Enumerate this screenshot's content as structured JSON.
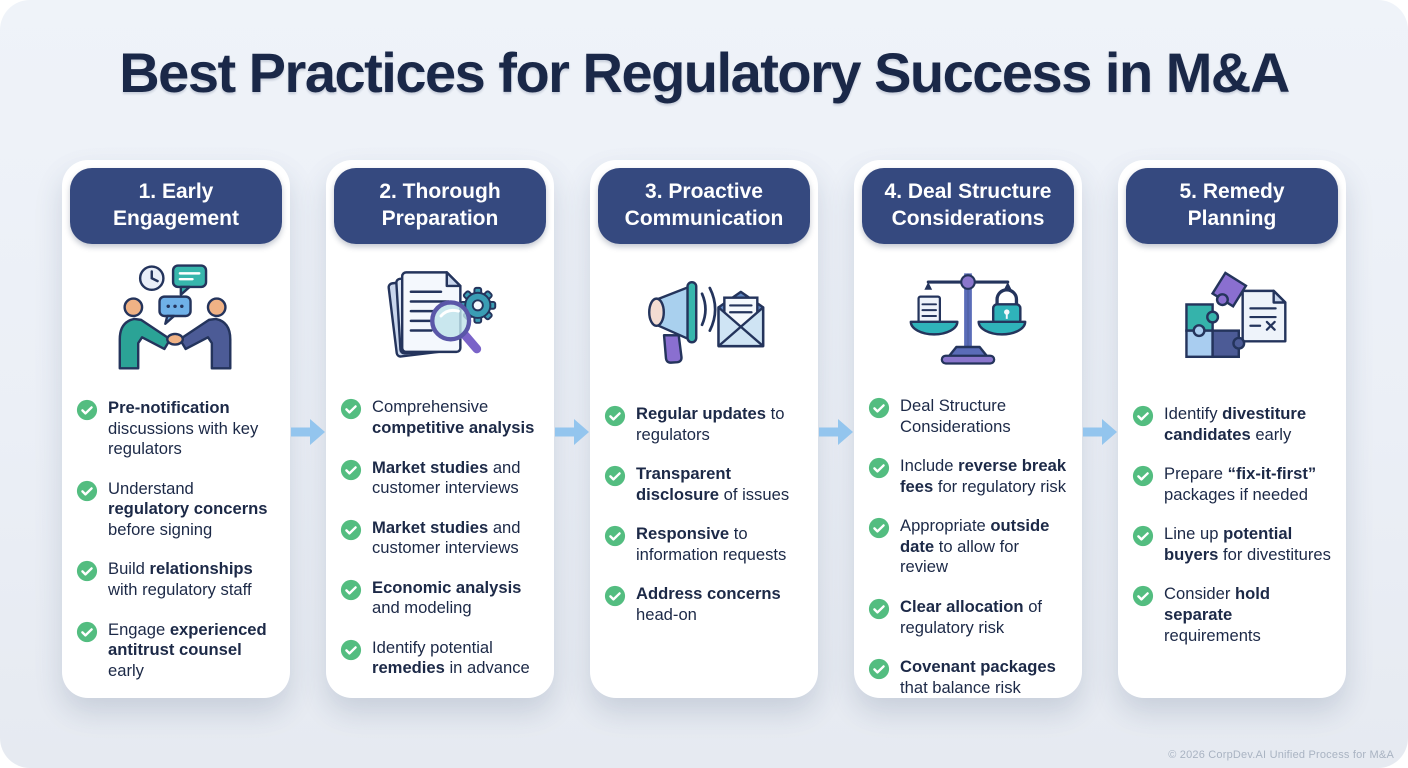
{
  "title": "Best Practices for Regulatory Success in M&A",
  "footer": "© 2026 CorpDev.AI Unified Process for M&A",
  "colors": {
    "background": "#ebeff6",
    "card": "#ffffff",
    "header_pill": "#35497f",
    "title_text": "#1a2848",
    "body_text": "#1c2947",
    "check_green": "#53bd80",
    "arrow_blue": "#93c5ee"
  },
  "columns": [
    {
      "id": "early-engagement",
      "header": "1. Early Engagement",
      "icon": "handshake-discussion-icon",
      "items": [
        {
          "segments": [
            {
              "t": "Pre-notification",
              "b": true
            },
            {
              "t": " discussions with key regulators",
              "b": false
            }
          ]
        },
        {
          "segments": [
            {
              "t": "Understand ",
              "b": false
            },
            {
              "t": "regulatory concerns",
              "b": true
            },
            {
              "t": " before signing",
              "b": false
            }
          ]
        },
        {
          "segments": [
            {
              "t": "Build ",
              "b": false
            },
            {
              "t": "relationships",
              "b": true
            },
            {
              "t": " with regulatory staff",
              "b": false
            }
          ]
        },
        {
          "segments": [
            {
              "t": "Engage ",
              "b": false
            },
            {
              "t": "experienced antitrust counsel",
              "b": true
            },
            {
              "t": " early",
              "b": false
            }
          ]
        }
      ]
    },
    {
      "id": "thorough-preparation",
      "header": "2. Thorough Preparation",
      "icon": "documents-magnifier-gear-icon",
      "items": [
        {
          "segments": [
            {
              "t": "Comprehensive ",
              "b": false
            },
            {
              "t": "competitive analysis",
              "b": true
            }
          ]
        },
        {
          "segments": [
            {
              "t": "Market studies",
              "b": true
            },
            {
              "t": " and customer interviews",
              "b": false
            }
          ]
        },
        {
          "segments": [
            {
              "t": "Market studies",
              "b": true
            },
            {
              "t": " and customer interviews",
              "b": false
            }
          ]
        },
        {
          "segments": [
            {
              "t": "Economic analysis",
              "b": true
            },
            {
              "t": " and modeling",
              "b": false
            }
          ]
        },
        {
          "segments": [
            {
              "t": "Identify potential ",
              "b": false
            },
            {
              "t": "remedies",
              "b": true
            },
            {
              "t": " in advance",
              "b": false
            }
          ]
        }
      ]
    },
    {
      "id": "proactive-communication",
      "header": "3. Proactive Communication",
      "icon": "megaphone-envelope-icon",
      "items": [
        {
          "segments": [
            {
              "t": "Regular updates",
              "b": true
            },
            {
              "t": " to regulators",
              "b": false
            }
          ]
        },
        {
          "segments": [
            {
              "t": "Transparent disclosure",
              "b": true
            },
            {
              "t": " of issues",
              "b": false
            }
          ]
        },
        {
          "segments": [
            {
              "t": "Responsive",
              "b": true
            },
            {
              "t": " to information requests",
              "b": false
            }
          ]
        },
        {
          "segments": [
            {
              "t": "Address concerns",
              "b": true
            },
            {
              "t": " head-on",
              "b": false
            }
          ]
        }
      ]
    },
    {
      "id": "deal-structure-considerations",
      "header": "4. Deal Structure Considerations",
      "icon": "balance-scale-lock-icon",
      "items": [
        {
          "segments": [
            {
              "t": "Deal Structure Considerations",
              "b": false
            }
          ]
        },
        {
          "segments": [
            {
              "t": "Include ",
              "b": false
            },
            {
              "t": "reverse break fees",
              "b": true
            },
            {
              "t": " for regulatory risk",
              "b": false
            }
          ]
        },
        {
          "segments": [
            {
              "t": "Appropriate ",
              "b": false
            },
            {
              "t": "outside date",
              "b": true
            },
            {
              "t": " to allow for review",
              "b": false
            }
          ]
        },
        {
          "segments": [
            {
              "t": "Clear allocation",
              "b": true
            },
            {
              "t": " of regulatory risk",
              "b": false
            }
          ]
        },
        {
          "segments": [
            {
              "t": "Covenant packages",
              "b": true
            },
            {
              "t": " that balance risk",
              "b": false
            }
          ]
        }
      ]
    },
    {
      "id": "remedy-planning",
      "header": "5. Remedy Planning",
      "icon": "puzzle-document-icon",
      "items": [
        {
          "segments": [
            {
              "t": "Identify ",
              "b": false
            },
            {
              "t": "divestiture candidates",
              "b": true
            },
            {
              "t": " early",
              "b": false
            }
          ]
        },
        {
          "segments": [
            {
              "t": "Prepare ",
              "b": false
            },
            {
              "t": "“fix-it-first”",
              "b": true
            },
            {
              "t": " packages if needed",
              "b": false
            }
          ]
        },
        {
          "segments": [
            {
              "t": "Line up ",
              "b": false
            },
            {
              "t": "potential buyers",
              "b": true
            },
            {
              "t": " for divestitures",
              "b": false
            }
          ]
        },
        {
          "segments": [
            {
              "t": "Consider ",
              "b": false
            },
            {
              "t": "hold separate",
              "b": true
            },
            {
              "t": " requirements",
              "b": false
            }
          ]
        }
      ]
    }
  ]
}
